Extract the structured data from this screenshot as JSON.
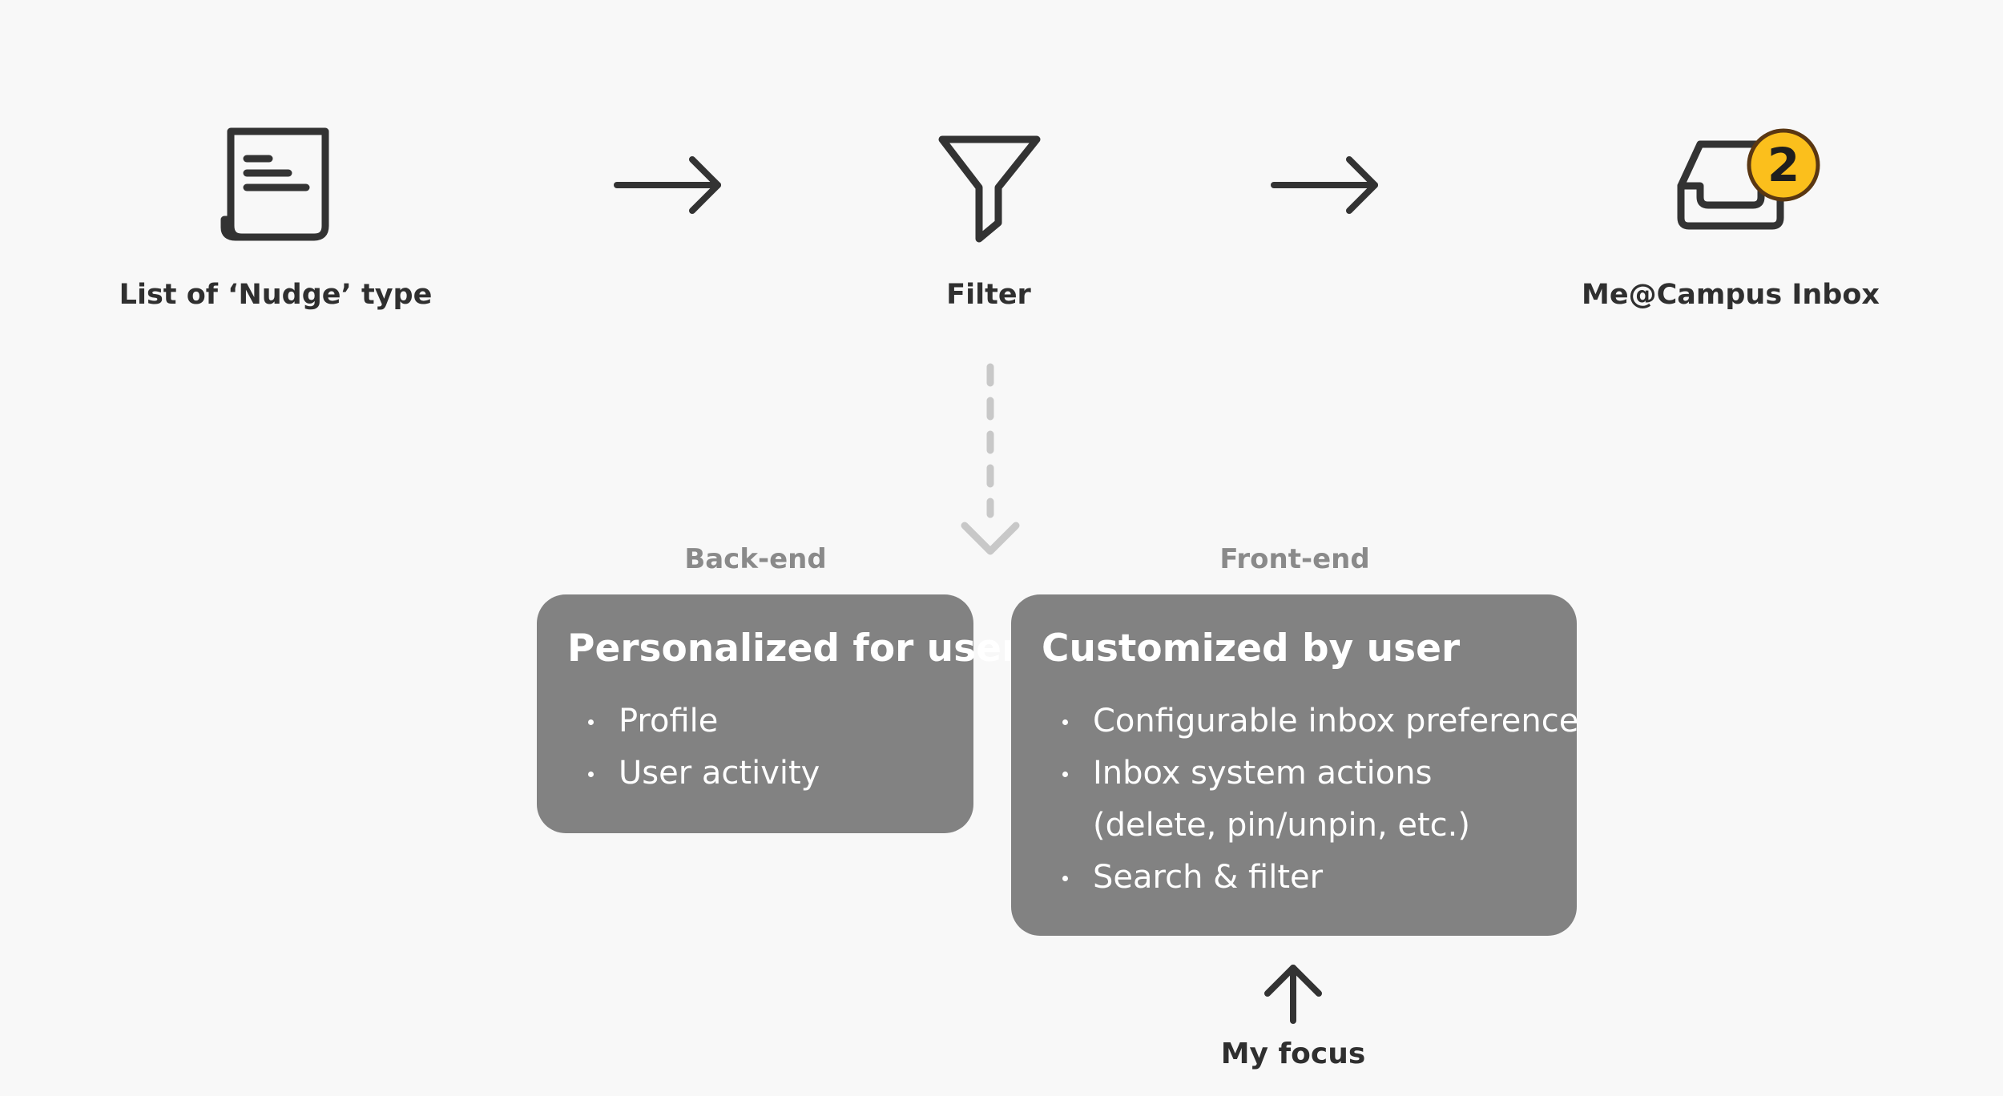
{
  "flow": {
    "source": {
      "label": "List of ‘Nudge’ type",
      "icon": "document-icon"
    },
    "filter": {
      "label": "Filter",
      "icon": "funnel-icon"
    },
    "inbox": {
      "label": "Me@Campus Inbox",
      "icon": "inbox-icon",
      "badge": "2"
    }
  },
  "backend": {
    "heading": "Back-end",
    "title": "Personalized for user",
    "items": [
      "Profile",
      "User activity"
    ]
  },
  "frontend": {
    "heading": "Front-end",
    "title": "Customized by user",
    "items": [
      "Configurable inbox preference",
      "Inbox system actions",
      "(delete, pin/unpin, etc.)",
      "Search & filter"
    ]
  },
  "focus": {
    "label": "My focus"
  },
  "colors": {
    "icon": "#333333",
    "box": "#828282",
    "badge": "#fbbf1c",
    "badge_outline": "#5a3712",
    "dashed_arrow": "#c8c8c8",
    "muted_text": "#8a8a8a"
  }
}
